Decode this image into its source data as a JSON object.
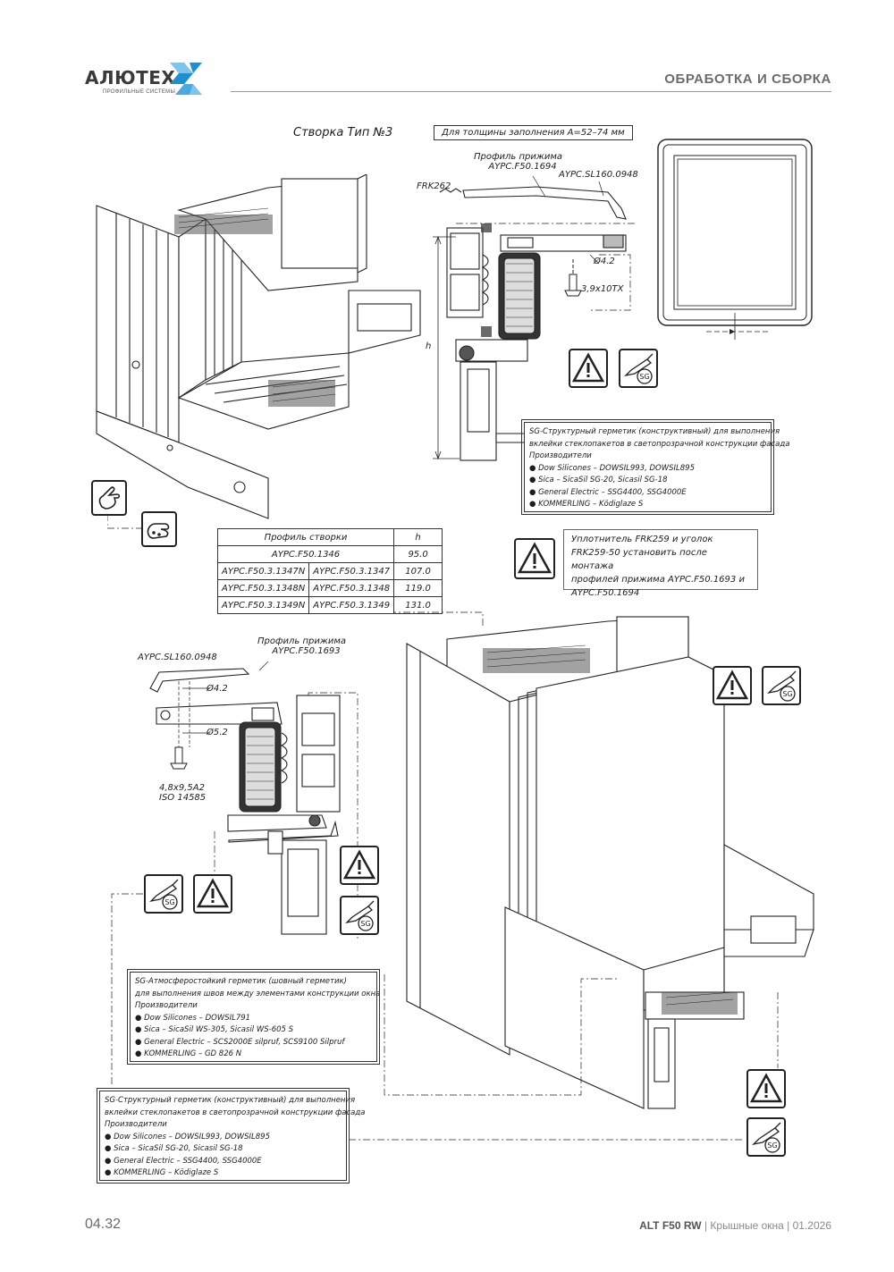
{
  "header": {
    "logo_text": "АЛЮТЕХ",
    "logo_subtitle": "ПРОФИЛЬНЫЕ СИСТЕМЫ",
    "section_title": "ОБРАБОТКА И СБОРКА"
  },
  "drawing": {
    "title": "Створка Тип №3",
    "fill_thickness": "Для толщины заполнения A=52–74 мм",
    "top_detail": {
      "clamp_label_line1": "Профиль прижима",
      "clamp_label_line2": "AYPC.F50.1694",
      "gasket": "FRK262",
      "cover": "AYPC.SL160.0948",
      "hole": "Ø4.2",
      "screw": "3,9x10TX",
      "dim": "h"
    },
    "bottom_detail": {
      "cover": "AYPC.SL160.0948",
      "clamp_label_line1": "Профиль прижима",
      "clamp_label_line2": "AYPC.F50.1693",
      "hole1": "Ø4.2",
      "hole2": "Ø5.2",
      "screw_line1": "4,8x9,5A2",
      "screw_line2": "ISO 14585"
    }
  },
  "profile_table": {
    "header_profile": "Профиль створки",
    "header_dim": "h",
    "rows": [
      {
        "a": "AYPC.F50.1346",
        "b": "",
        "h": "95.0"
      },
      {
        "a": "AYPC.F50.3.1347N",
        "b": "AYPC.F50.3.1347",
        "h": "107.0"
      },
      {
        "a": "AYPC.F50.3.1348N",
        "b": "AYPC.F50.3.1348",
        "h": "119.0"
      },
      {
        "a": "AYPC.F50.3.1349N",
        "b": "AYPC.F50.3.1349",
        "h": "131.0"
      }
    ]
  },
  "notice": {
    "lines": [
      "Уплотнитель FRK259 и уголок",
      "FRK259-50 установить после монтажа",
      "профилей прижима AYPC.F50.1693 и",
      "AYPC.F50.1694"
    ]
  },
  "notes": {
    "structural_top": {
      "line1": "SG-Структурный герметик (конструктивный) для выполнения",
      "line2": "вклейки стеклопакетов в светопрозрачной конструкции фасада",
      "label": "Производители",
      "manufacturers": [
        "Dow Silicones – DOWSIL993, DOWSIL895",
        "Sica – SicaSil SG-20, Sicasil SG-18",
        "General Electric – SSG4400, SSG4000E",
        "KOMMERLING – Kӧdiglaze S"
      ]
    },
    "weather": {
      "line1": "SG-Атмосферостойкий герметик (шовный герметик)",
      "line2": "для выполнения швов между элементами конструкции окна",
      "label": "Производители",
      "manufacturers": [
        "Dow Silicones – DOWSIL791",
        "Sica – SicaSil WS-305, Sicasil WS-605 S",
        "General Electric – SCS2000E silpruf, SCS9100 Silpruf",
        "KOMMERLING – GD 826 N"
      ]
    },
    "structural_bottom": {
      "line1": "SG-Структурный герметик (конструктивный) для выполнения",
      "line2": "вклейки стеклопакетов в светопрозрачной конструкции фасада",
      "label": "Производители",
      "manufacturers": [
        "Dow Silicones – DOWSIL993, DOWSIL895",
        "Sica – SicaSil SG-20, Sicasil SG-18",
        "General Electric – SSG4400, SSG4000E",
        "KOMMERLING – Kӧdiglaze S"
      ]
    }
  },
  "icons": {
    "warning": "warning-triangle-icon",
    "sealant": "sealant-gun-icon",
    "sealant_badge": "SG",
    "hand": "hand-pointer-icon",
    "clamp": "hand-press-icon"
  },
  "footer": {
    "page_number": "04.32",
    "product": "ALT F50 RW",
    "description": "| Крышные окна | 01.2026"
  },
  "colors": {
    "brand_blue": "#1f8fd0",
    "brand_light": "#7fc4ea",
    "text_gray": "#6b6b6b"
  }
}
